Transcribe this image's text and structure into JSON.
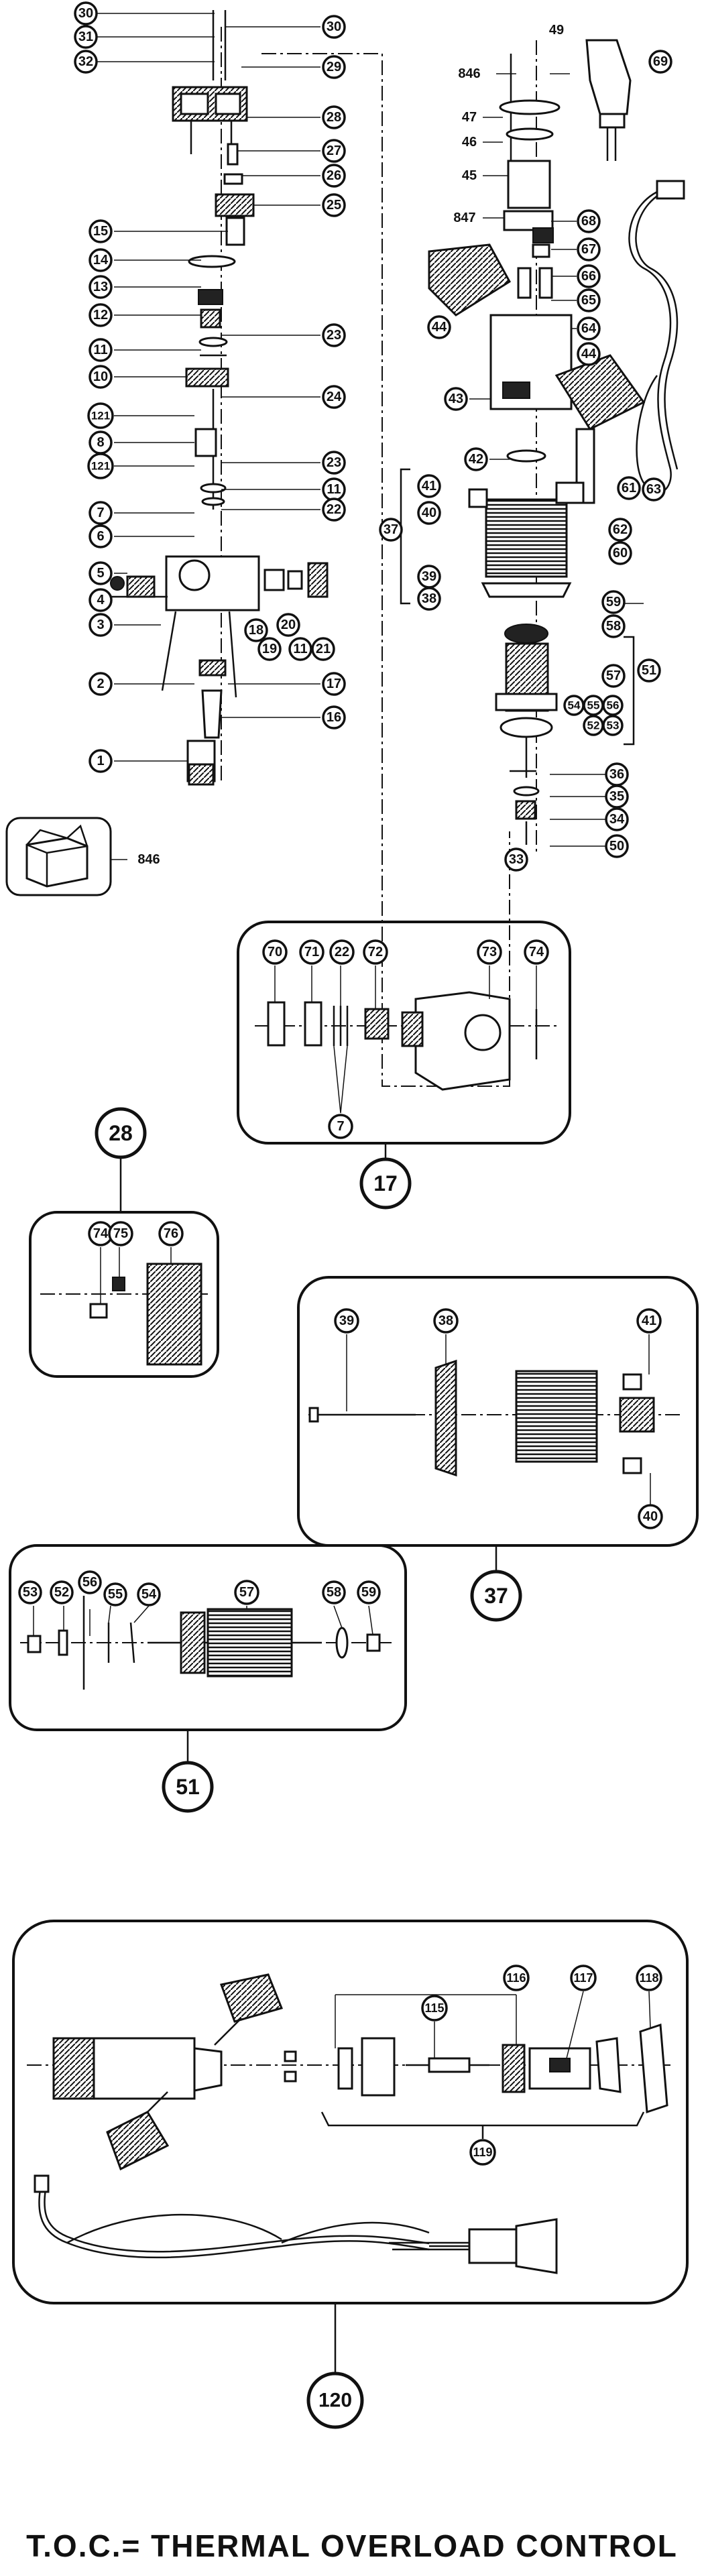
{
  "footer": {
    "note": "T.O.C.= THERMAL OVERLOAD CONTROL"
  },
  "callouts": {
    "main_left": [
      "30",
      "31",
      "32",
      "30",
      "29",
      "28",
      "27",
      "26",
      "25",
      "15",
      "14",
      "13",
      "12",
      "23",
      "11",
      "10",
      "24",
      "121",
      "8",
      "121",
      "23",
      "11",
      "22",
      "7",
      "6",
      "5",
      "4",
      "3",
      "18",
      "19",
      "20",
      "11",
      "21",
      "2",
      "17",
      "16",
      "1"
    ],
    "main_right": [
      "49",
      "846",
      "69",
      "47",
      "46",
      "45",
      "847",
      "68",
      "67",
      "66",
      "65",
      "44",
      "64",
      "44",
      "43",
      "42",
      "41",
      "37",
      "40",
      "39",
      "38",
      "61",
      "63",
      "62",
      "60",
      "59",
      "58",
      "51",
      "57",
      "54",
      "55",
      "56",
      "52",
      "53",
      "36",
      "35",
      "34",
      "33",
      "50"
    ],
    "kit": "846",
    "detail_17": {
      "label": "17",
      "items": [
        "70",
        "71",
        "22",
        "72",
        "73",
        "74",
        "7"
      ]
    },
    "detail_28": {
      "label": "28",
      "items": [
        "74",
        "75",
        "76"
      ]
    },
    "detail_37": {
      "label": "37",
      "items": [
        "39",
        "38",
        "41",
        "40"
      ]
    },
    "detail_51": {
      "label": "51",
      "items": [
        "53",
        "52",
        "56",
        "55",
        "54",
        "57",
        "58",
        "59"
      ]
    },
    "detail_120": {
      "label": "120",
      "items": [
        "116",
        "115",
        "117",
        "118",
        "119"
      ]
    }
  }
}
